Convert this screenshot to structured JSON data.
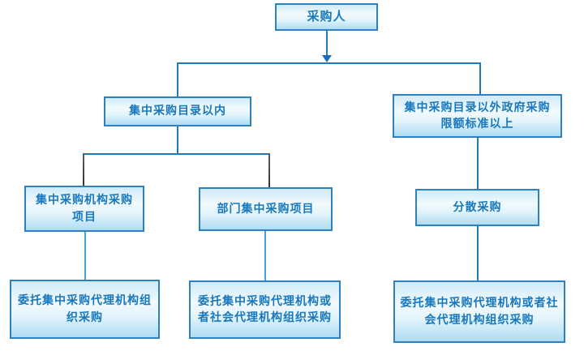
{
  "diagram": {
    "type": "flowchart",
    "colors": {
      "box_border": "#2e81bd",
      "box_fill_top": "#cfeaf8",
      "box_fill_bottom": "#aedcf3",
      "text": "#1878bd",
      "connector_blue": "#2279b5",
      "connector_dark": "#3a4148"
    },
    "nodes": {
      "purchaser": {
        "label": "采购人"
      },
      "within_catalog": {
        "label": "集中采购目录以内"
      },
      "outside_catalog": {
        "label": "集中采购目录以外政府采购限额标准以上"
      },
      "central_agency_project": {
        "label": "集中采购机构采购项目"
      },
      "dept_central_project": {
        "label": "部门集中采购项目"
      },
      "decentralized": {
        "label": "分散采购"
      },
      "delegate_central_only": {
        "label": "委托集中采购代理机构组织采购"
      },
      "delegate_central_or_social_mid": {
        "label": "委托集中采购代理机构或者社会代理机构组织采购"
      },
      "delegate_central_or_social_right": {
        "label": "委托集中采购代理机构或者社会代理机构组织采购"
      }
    },
    "edges": [
      {
        "from": "purchaser",
        "to": "within_catalog",
        "arrow": true
      },
      {
        "from": "purchaser",
        "to": "outside_catalog",
        "arrow": true
      },
      {
        "from": "within_catalog",
        "to": "central_agency_project",
        "arrow": false
      },
      {
        "from": "within_catalog",
        "to": "dept_central_project",
        "arrow": false
      },
      {
        "from": "outside_catalog",
        "to": "decentralized",
        "arrow": false
      },
      {
        "from": "central_agency_project",
        "to": "delegate_central_only",
        "arrow": false
      },
      {
        "from": "dept_central_project",
        "to": "delegate_central_or_social_mid",
        "arrow": false
      },
      {
        "from": "decentralized",
        "to": "delegate_central_or_social_right",
        "arrow": false
      }
    ]
  }
}
